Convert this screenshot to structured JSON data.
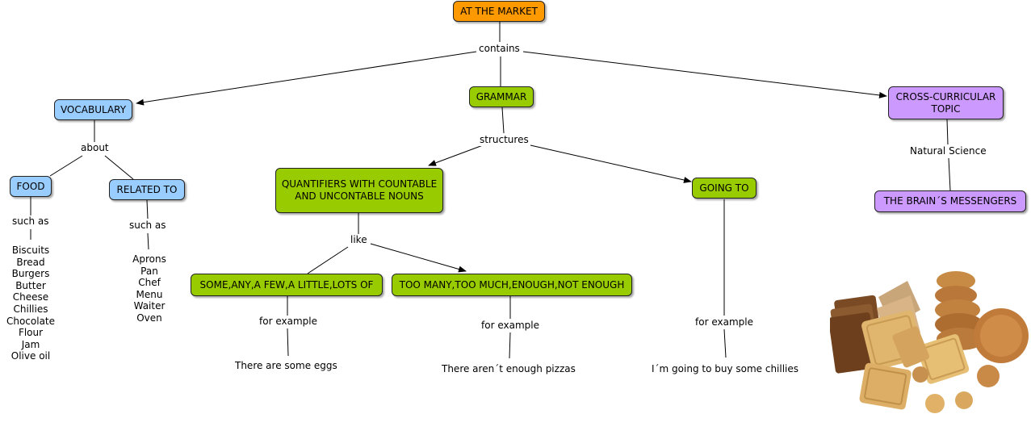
{
  "colors": {
    "root": "#ff9900",
    "vocabulary": "#99ccff",
    "grammar": "#99cc00",
    "cross_curricular": "#cc99ff"
  },
  "concepts": {
    "root": "AT THE MARKET",
    "vocabulary": "VOCABULARY",
    "grammar": "GRAMMAR",
    "cross_curricular": "CROSS-CURRICULAR TOPIC",
    "food": "FOOD",
    "related_to": "RELATED TO",
    "quantifiers": "QUANTIFIERS WITH COUNTABLE AND UNCONTABLE NOUNS",
    "going_to": "GOING TO",
    "brain": "THE BRAIN´S MESSENGERS",
    "some_any": "SOME,ANY,A FEW,A LITTLE,LOTS OF",
    "too_many": "TOO MANY,TOO MUCH,ENOUGH,NOT ENOUGH"
  },
  "linking_phrases": {
    "contains": "contains",
    "about": "about",
    "structures": "structures",
    "natural_science": "Natural Science",
    "such_as_food": "such as",
    "such_as_related": "such as",
    "like": "like",
    "for_example_some": "for example",
    "for_example_too": "for example",
    "for_example_going": "for example"
  },
  "food_items": [
    "Biscuits",
    "Bread",
    "Burgers",
    "Butter",
    "Cheese",
    "Chillies",
    "Chocolate",
    "Flour",
    "Jam",
    "Olive oil"
  ],
  "related_items": [
    "Aprons",
    "Pan",
    "Chef",
    "Menu",
    "Waiter",
    "Oven"
  ],
  "examples": {
    "some": "There are some eggs",
    "too": "There aren´t enough pizzas",
    "going": "I´m going to buy some chillies"
  },
  "image": {
    "subject": "biscuits-and-cookies"
  }
}
